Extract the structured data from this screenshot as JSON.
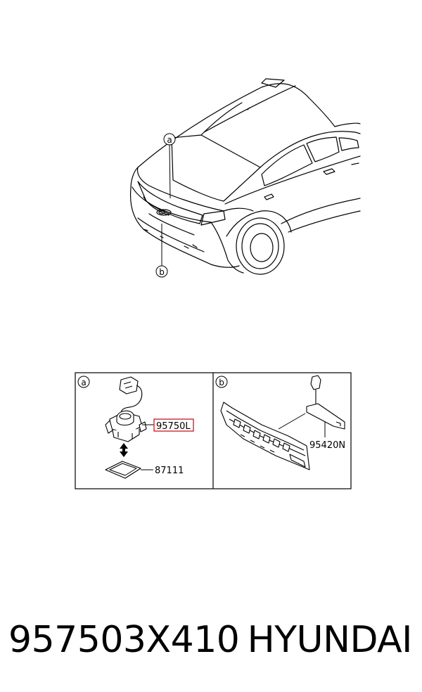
{
  "callouts": {
    "a": "a",
    "b": "b"
  },
  "labels": {
    "camera_part": "95750L",
    "gasket_part": "87111",
    "bracket_part": "95420N"
  },
  "footer": {
    "part_number": "957503X410",
    "brand": "HYUNDAI"
  },
  "colors": {
    "line": "#000000",
    "highlight": "#e0202a"
  }
}
